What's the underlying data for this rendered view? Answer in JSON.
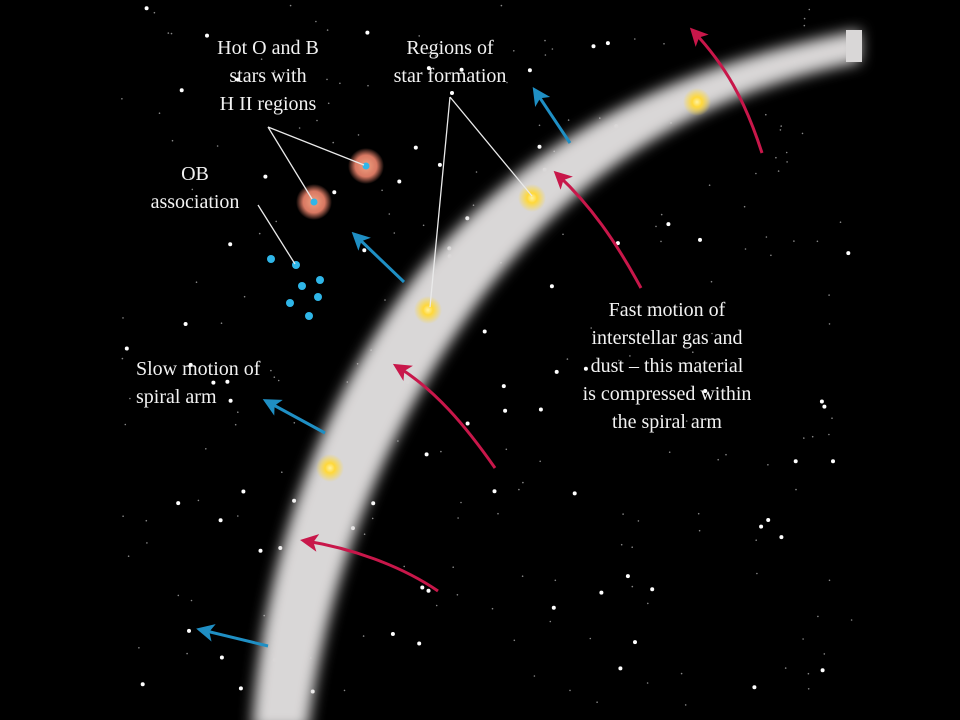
{
  "labels": {
    "hot_stars": [
      "Hot O and B",
      "stars with",
      "H II regions"
    ],
    "star_formation": [
      "Regions of",
      "star formation"
    ],
    "ob_association": [
      "OB",
      "association"
    ],
    "slow_motion": [
      "Slow motion of",
      "spiral arm"
    ],
    "fast_motion": [
      "Fast motion of",
      "interstellar gas and",
      "dust – this material",
      "is compressed within",
      "the spiral arm"
    ]
  },
  "colors": {
    "background": "#000000",
    "spiral_arm": "#d9d7d7",
    "slow_arrow": "#1f8fc4",
    "fast_arrow": "#c8174a",
    "star_formation_glow": "#ffd83a",
    "hii_region": "#e0806a",
    "ob_star": "#2fb6e8"
  }
}
